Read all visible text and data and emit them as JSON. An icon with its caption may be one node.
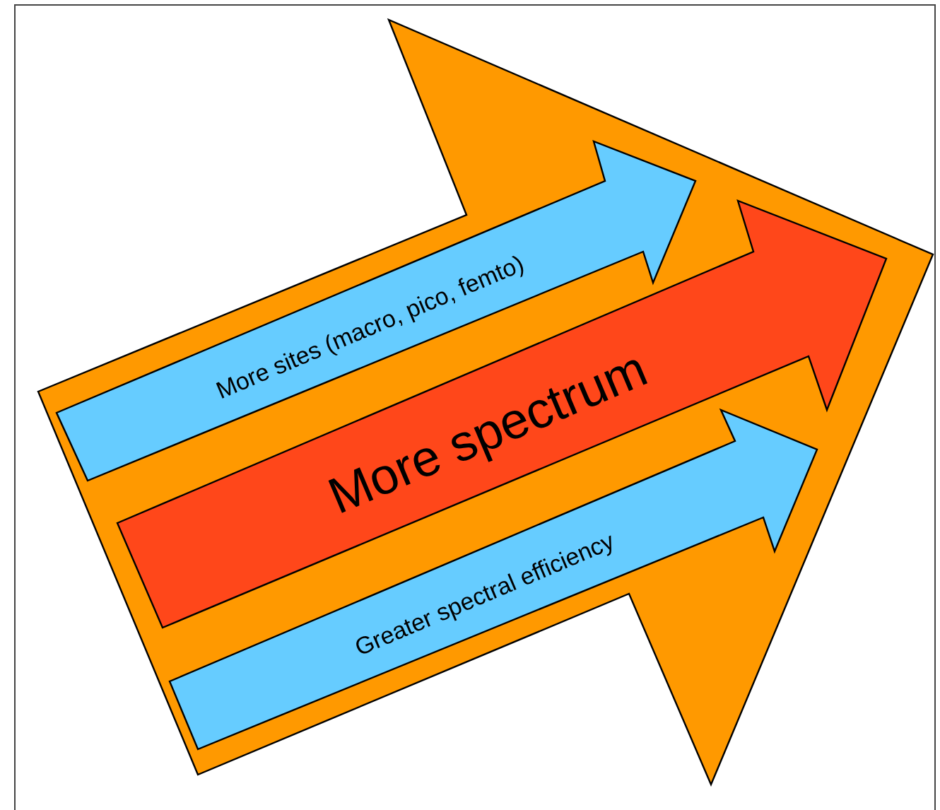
{
  "diagram": {
    "nodes": [
      {
        "text": [],
        "shape": "arrow"
      },
      {
        "text": [
          "More sites (macro, pico, femto)"
        ],
        "in": 0
      },
      {
        "text": [
          "More spectrum"
        ],
        "in": 0
      },
      {
        "text": [
          "Greater spectral efficiency"
        ],
        "in": 0
      }
    ]
  }
}
